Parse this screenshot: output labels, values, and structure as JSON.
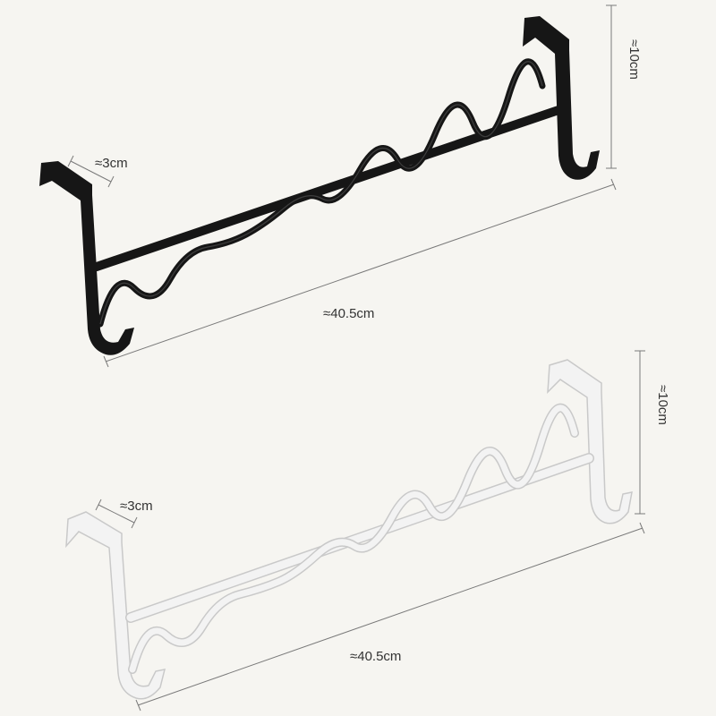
{
  "colors": {
    "background": "#f6f5f1",
    "black_rack": "#161616",
    "white_rack": "#f3f3f3",
    "white_rack_outline": "#c9c9c9",
    "dimension_line": "#7a7a7a"
  },
  "products": [
    {
      "finish": "black",
      "dimensions": {
        "depth": "≈3cm",
        "length": "≈40.5cm",
        "height": "≈10cm"
      }
    },
    {
      "finish": "white",
      "dimensions": {
        "depth": "≈3cm",
        "length": "≈40.5cm",
        "height": "≈10cm"
      }
    }
  ]
}
